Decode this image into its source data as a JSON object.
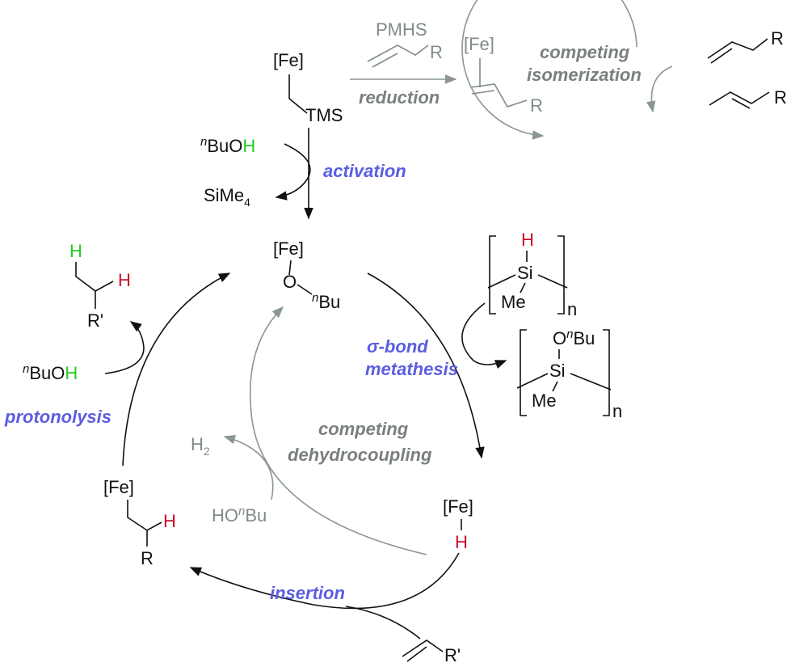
{
  "colors": {
    "main": "#111111",
    "step_blue": "#5a5ee0",
    "competing_grey": "#7a7f80",
    "hydrogen_red": "#c8102e",
    "hydrogen_green": "#22cc22"
  },
  "labels": {
    "activation": "activation",
    "reduction": "reduction",
    "competing_isomerization_1": "competing",
    "competing_isomerization_2": "isomerization",
    "sigma": "σ",
    "bond_metathesis_1": "-bond",
    "bond_metathesis_2": "metathesis",
    "competing_dehydrocoupling_1": "competing",
    "competing_dehydrocoupling_2": "dehydrocoupling",
    "protonolysis": "protonolysis",
    "insertion": "insertion"
  },
  "species": {
    "fe": "[Fe]",
    "tms": "TMS",
    "pmhs": "PMHS",
    "r": "R",
    "r_prime": "R'",
    "n": "n",
    "bu": "Bu",
    "buoh_bu": "BuO",
    "h": "H",
    "o": "O",
    "si": "Si",
    "me": "Me",
    "sime": "SiMe",
    "four": "4",
    "h2_h": "H",
    "two": "2",
    "ho": "HO"
  }
}
